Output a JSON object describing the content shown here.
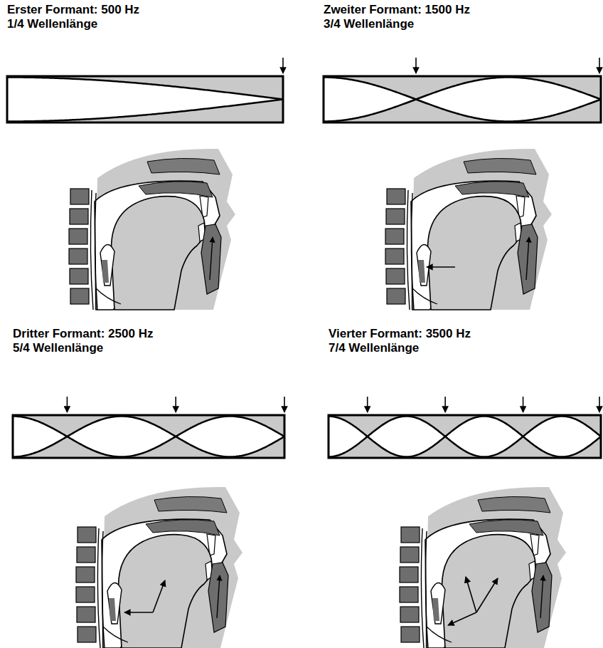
{
  "diagram": {
    "labels": [
      "Erster Formant: 500 Hz",
      "1/4 Wellenlänge",
      "Zweiter Formant: 1500 Hz",
      "3/4 Wellenlänge",
      "Dritter Formant: 2500 Hz",
      "5/4 Wellenlänge",
      "Vierter Formant: 3500 Hz",
      "7/4 Wellenlänge"
    ]
  }
}
